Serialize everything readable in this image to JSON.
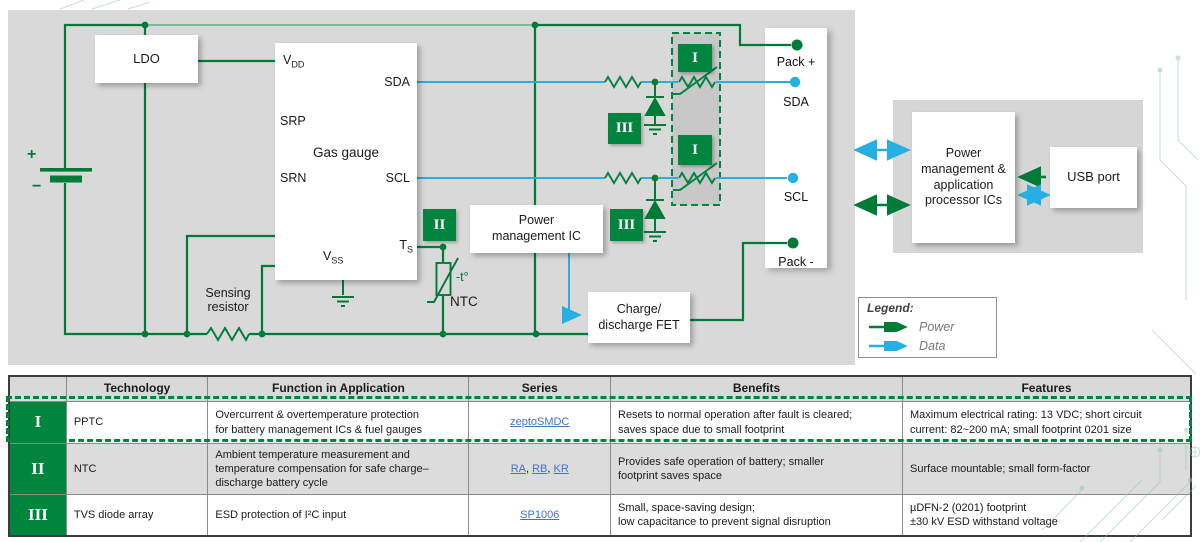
{
  "diagram": {
    "blocks": {
      "ldo": "LDO",
      "gas_gauge": "Gas gauge",
      "pm_ic": "Power\nmanagement IC",
      "fet": "Charge/\ndischarge FET",
      "pm_app": "Power management & application processor ICs",
      "usb": "USB port"
    },
    "pins": {
      "vdd": {
        "base": "V",
        "sub": "DD"
      },
      "sda": "SDA",
      "srp": "SRP",
      "srn": "SRN",
      "scl": "SCL",
      "vss": {
        "base": "V",
        "sub": "SS"
      },
      "ts": {
        "base": "T",
        "sub": "S"
      }
    },
    "labels": {
      "sensing_resistor": "Sensing\nresistor",
      "ntc": "NTC",
      "ntc_temp": "-t°",
      "battery_plus": "+",
      "battery_minus": "−"
    },
    "terminals": {
      "pack_plus": "Pack +",
      "sda": "SDA",
      "scl": "SCL",
      "pack_minus": "Pack -"
    },
    "badges": {
      "one": "I",
      "two": "II",
      "three": "III"
    },
    "legend": {
      "title": "Legend:",
      "power": "Power",
      "data": "Data"
    },
    "colors": {
      "green": "#00843D",
      "cyan": "#25AFE3",
      "panel_gray": "#d9d9d9",
      "link_blue": "#4472C4"
    }
  },
  "table": {
    "headers": [
      "",
      "Technology",
      "Function in Application",
      "Series",
      "Benefits",
      "Features"
    ],
    "rows": [
      {
        "num": "I",
        "technology": "PPTC",
        "function": "Overcurrent & overtemperature protection\nfor battery management ICs & fuel gauges",
        "series_links": [
          "zeptoSMDC"
        ],
        "benefits": "Resets to normal operation after fault is cleared;\nsaves space due to small footprint",
        "features": "Maximum electrical rating: 13 VDC; short circuit\ncurrent: 82~200 mA; small footprint 0201 size"
      },
      {
        "num": "II",
        "technology": "NTC",
        "function": "Ambient temperature measurement and\ntemperature compensation for safe charge–\ndischarge battery cycle",
        "series_links": [
          "RA",
          "RB",
          "KR"
        ],
        "series_sep": ", ",
        "benefits": "Provides safe operation of battery; smaller\nfootprint saves space",
        "features": "Surface mountable; small form-factor"
      },
      {
        "num": "III",
        "technology": "TVS diode array",
        "function": "ESD protection of I²C input",
        "series_links": [
          "SP1006"
        ],
        "benefits": "Small, space-saving design;\nlow capacitance to prevent signal disruption",
        "features": "µDFN-2 (0201) footprint\n±30 kV ESD withstand voltage"
      }
    ]
  }
}
